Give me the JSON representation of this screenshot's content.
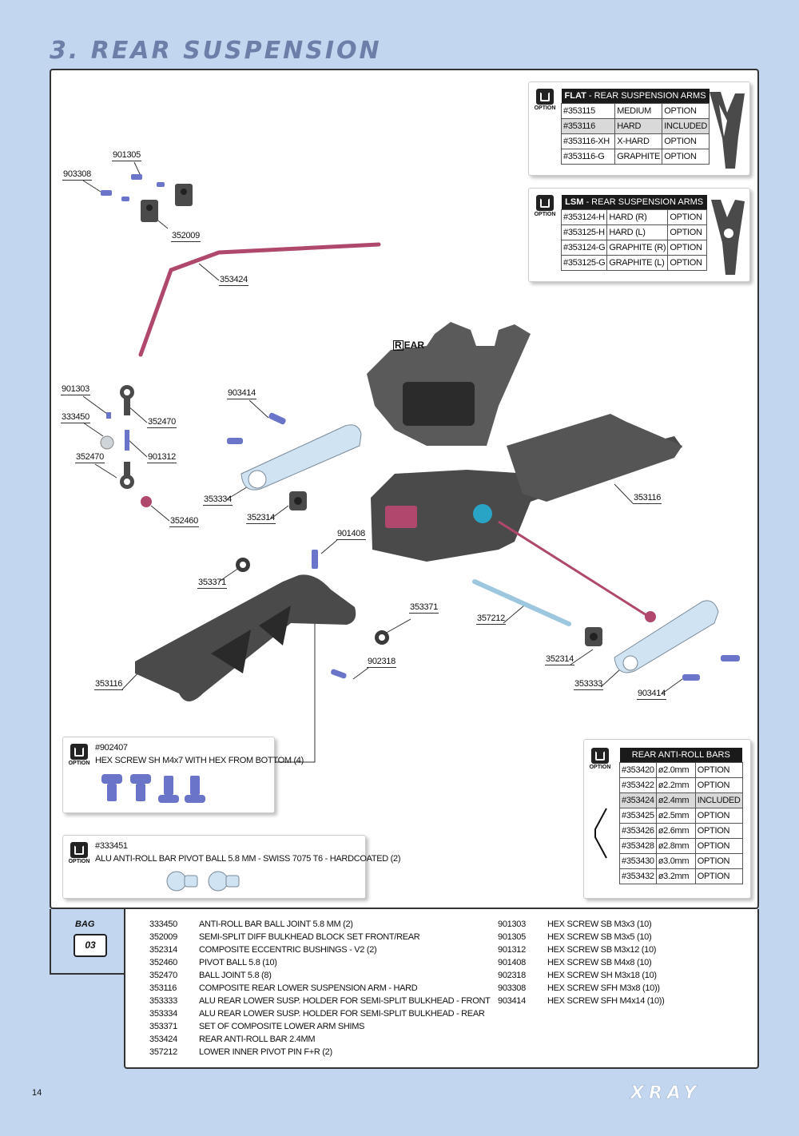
{
  "page": {
    "title": "3. REAR SUSPENSION",
    "page_number": "14",
    "rear_label": "REAR"
  },
  "brand": {
    "logo_text": "XRAY"
  },
  "colors": {
    "background": "#c3d6ef",
    "title": "#6d7fa8",
    "part_gray": "#4a4a4a",
    "anti_roll_bar": "#b0486e",
    "alu_blue": "#cfe3f2",
    "screw_blue": "#6a74c8"
  },
  "callouts": [
    {
      "id": "903308",
      "text": "903308"
    },
    {
      "id": "901305",
      "text": "901305"
    },
    {
      "id": "352009",
      "text": "352009"
    },
    {
      "id": "353424",
      "text": "353424"
    },
    {
      "id": "901303",
      "text": "901303"
    },
    {
      "id": "333450",
      "text": "333450"
    },
    {
      "id": "352470a",
      "text": "352470"
    },
    {
      "id": "352470b",
      "text": "352470"
    },
    {
      "id": "901312",
      "text": "901312"
    },
    {
      "id": "352460",
      "text": "352460"
    },
    {
      "id": "903414a",
      "text": "903414"
    },
    {
      "id": "353334",
      "text": "353334"
    },
    {
      "id": "352314a",
      "text": "352314"
    },
    {
      "id": "901408",
      "text": "901408"
    },
    {
      "id": "353371a",
      "text": "353371"
    },
    {
      "id": "353371b",
      "text": "353371"
    },
    {
      "id": "902318",
      "text": "902318"
    },
    {
      "id": "353116a",
      "text": "353116"
    },
    {
      "id": "353116b",
      "text": "353116"
    },
    {
      "id": "357212",
      "text": "357212"
    },
    {
      "id": "352314b",
      "text": "352314"
    },
    {
      "id": "353333",
      "text": "353333"
    },
    {
      "id": "903414b",
      "text": "903414"
    }
  ],
  "option_label": "OPTION",
  "flat_table": {
    "title_bold": "FLAT",
    "title_rest": " - REAR SUSPENSION ARMS",
    "rows": [
      {
        "code": "#353115",
        "desc": "MEDIUM",
        "status": "OPTION"
      },
      {
        "code": "#353116",
        "desc": "HARD",
        "status": "INCLUDED"
      },
      {
        "code": "#353116-XH",
        "desc": "X-HARD",
        "status": "OPTION"
      },
      {
        "code": "#353116-G",
        "desc": "GRAPHITE",
        "status": "OPTION"
      }
    ]
  },
  "lsm_table": {
    "title_bold": "LSM",
    "title_rest": " - REAR SUSPENSION ARMS",
    "rows": [
      {
        "code": "#353124-H",
        "desc": "HARD (R)",
        "status": "OPTION"
      },
      {
        "code": "#353125-H",
        "desc": "HARD (L)",
        "status": "OPTION"
      },
      {
        "code": "#353124-G",
        "desc": "GRAPHITE (R)",
        "status": "OPTION"
      },
      {
        "code": "#353125-G",
        "desc": "GRAPHITE (L)",
        "status": "OPTION"
      }
    ]
  },
  "antiroll_table": {
    "title": "REAR ANTI-ROLL BARS",
    "rows": [
      {
        "code": "#353420",
        "size": "ø2.0mm",
        "status": "OPTION"
      },
      {
        "code": "#353422",
        "size": "ø2.2mm",
        "status": "OPTION"
      },
      {
        "code": "#353424",
        "size": "ø2.4mm",
        "status": "INCLUDED"
      },
      {
        "code": "#353425",
        "size": "ø2.5mm",
        "status": "OPTION"
      },
      {
        "code": "#353426",
        "size": "ø2.6mm",
        "status": "OPTION"
      },
      {
        "code": "#353428",
        "size": "ø2.8mm",
        "status": "OPTION"
      },
      {
        "code": "#353430",
        "size": "ø3.0mm",
        "status": "OPTION"
      },
      {
        "code": "#353432",
        "size": "ø3.2mm",
        "status": "OPTION"
      }
    ]
  },
  "option_screw": {
    "code": "#902407",
    "desc": "HEX SCREW SH M4x7 WITH HEX FROM BOTTOM  (4)"
  },
  "option_ball": {
    "code": "#333451",
    "desc": "ALU ANTI-ROLL BAR PIVOT BALL 5.8 MM - SWISS 7075 T6 - HARDCOATED (2)"
  },
  "bag": {
    "label": "BAG",
    "number": "03"
  },
  "parts_left": [
    {
      "code": "333450",
      "desc": "ANTI-ROLL BAR BALL JOINT 5.8 MM (2)"
    },
    {
      "code": "352009",
      "desc": "SEMI-SPLIT DIFF BULKHEAD BLOCK SET FRONT/REAR"
    },
    {
      "code": "352314",
      "desc": "COMPOSITE ECCENTRIC BUSHINGS - V2 (2)"
    },
    {
      "code": "352460",
      "desc": "PIVOT BALL 5.8 (10)"
    },
    {
      "code": "352470",
      "desc": "BALL JOINT 5.8 (8)"
    },
    {
      "code": "353116",
      "desc": "COMPOSITE REAR LOWER SUSPENSION ARM - HARD"
    },
    {
      "code": "353333",
      "desc": "ALU REAR LOWER SUSP. HOLDER FOR SEMI-SPLIT BULKHEAD - FRONT"
    },
    {
      "code": "353334",
      "desc": "ALU REAR LOWER SUSP. HOLDER FOR SEMI-SPLIT BULKHEAD - REAR"
    },
    {
      "code": "353371",
      "desc": "SET OF COMPOSITE LOWER ARM SHIMS"
    },
    {
      "code": "353424",
      "desc": "REAR ANTI-ROLL BAR 2.4MM"
    },
    {
      "code": "357212",
      "desc": "LOWER INNER PIVOT PIN F+R  (2)"
    }
  ],
  "parts_right": [
    {
      "code": "901303",
      "desc": "HEX SCREW  SB M3x3  (10)"
    },
    {
      "code": "901305",
      "desc": "HEX SCREW  SB M3x5  (10)"
    },
    {
      "code": "901312",
      "desc": "HEX SCREW  SB M3x12  (10)"
    },
    {
      "code": "901408",
      "desc": "HEX SCREW  SB M4x8  (10)"
    },
    {
      "code": "902318",
      "desc": "HEX SCREW  SH M3x18  (10)"
    },
    {
      "code": "903308",
      "desc": "HEX SCREW  SFH M3x8  (10))"
    },
    {
      "code": "903414",
      "desc": "HEX SCREW  SFH M4x14  (10))"
    }
  ]
}
